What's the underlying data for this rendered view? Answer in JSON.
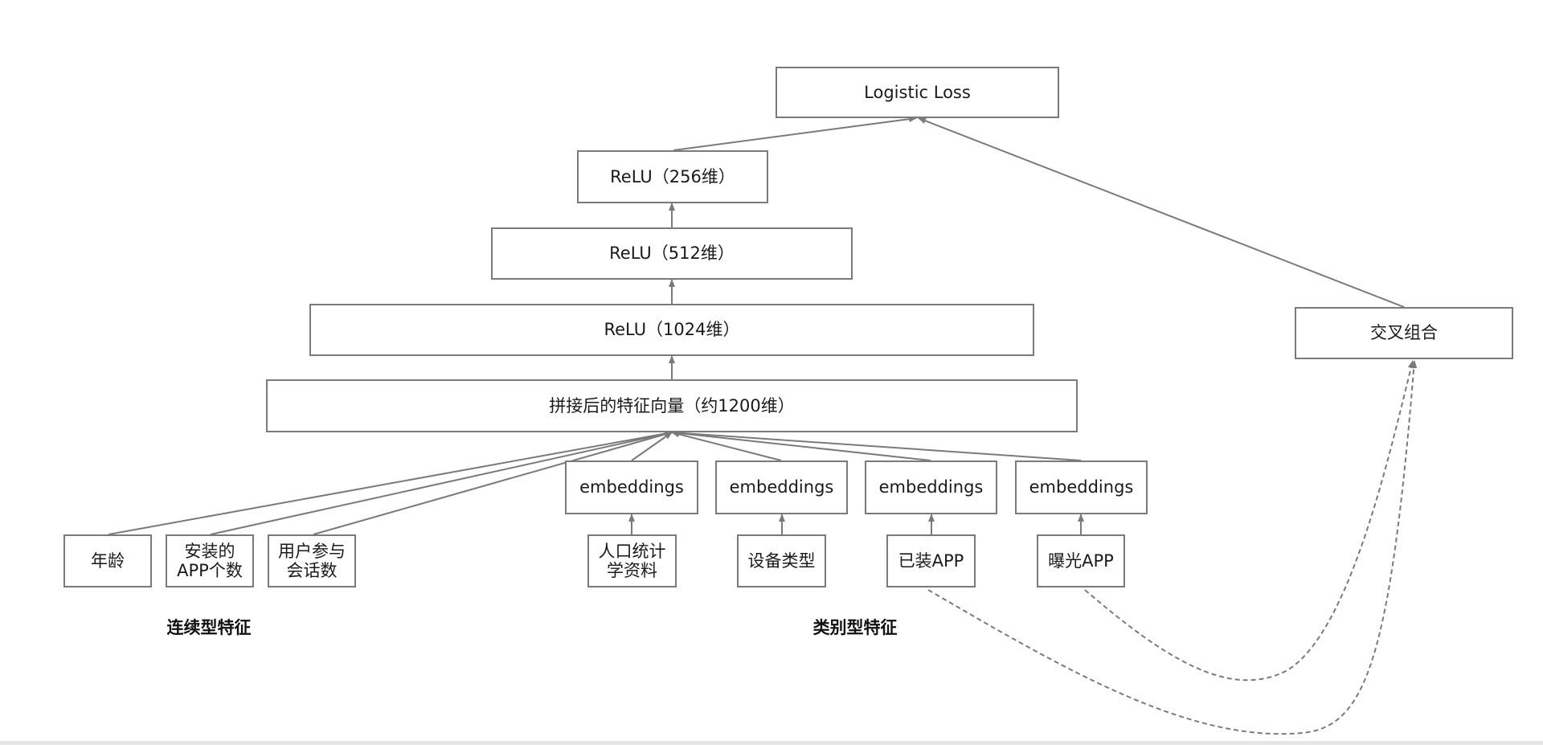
{
  "colors": {
    "stroke": "#7a7a7a",
    "text": "#1a1a1a",
    "bar": "#e5e5e5"
  },
  "nodes": {
    "loss": "Logistic Loss",
    "relu256": "ReLU（256维）",
    "relu512": "ReLU（512维）",
    "relu1024": "ReLU（1024维）",
    "concat": "拼接后的特征向量（约1200维）",
    "cross": "交叉组合",
    "emb1": "embeddings",
    "emb2": "embeddings",
    "emb3": "embeddings",
    "emb4": "embeddings",
    "age": "年龄",
    "installed_count": "安装的\nAPP个数",
    "sessions": "用户参与\n会话数",
    "demographics": "人口统计\n学资料",
    "device_type": "设备类型",
    "installed_app": "已装APP",
    "exposed_app": "曝光APP"
  },
  "labels": {
    "continuous": "连续型特征",
    "categorical": "类别型特征"
  }
}
